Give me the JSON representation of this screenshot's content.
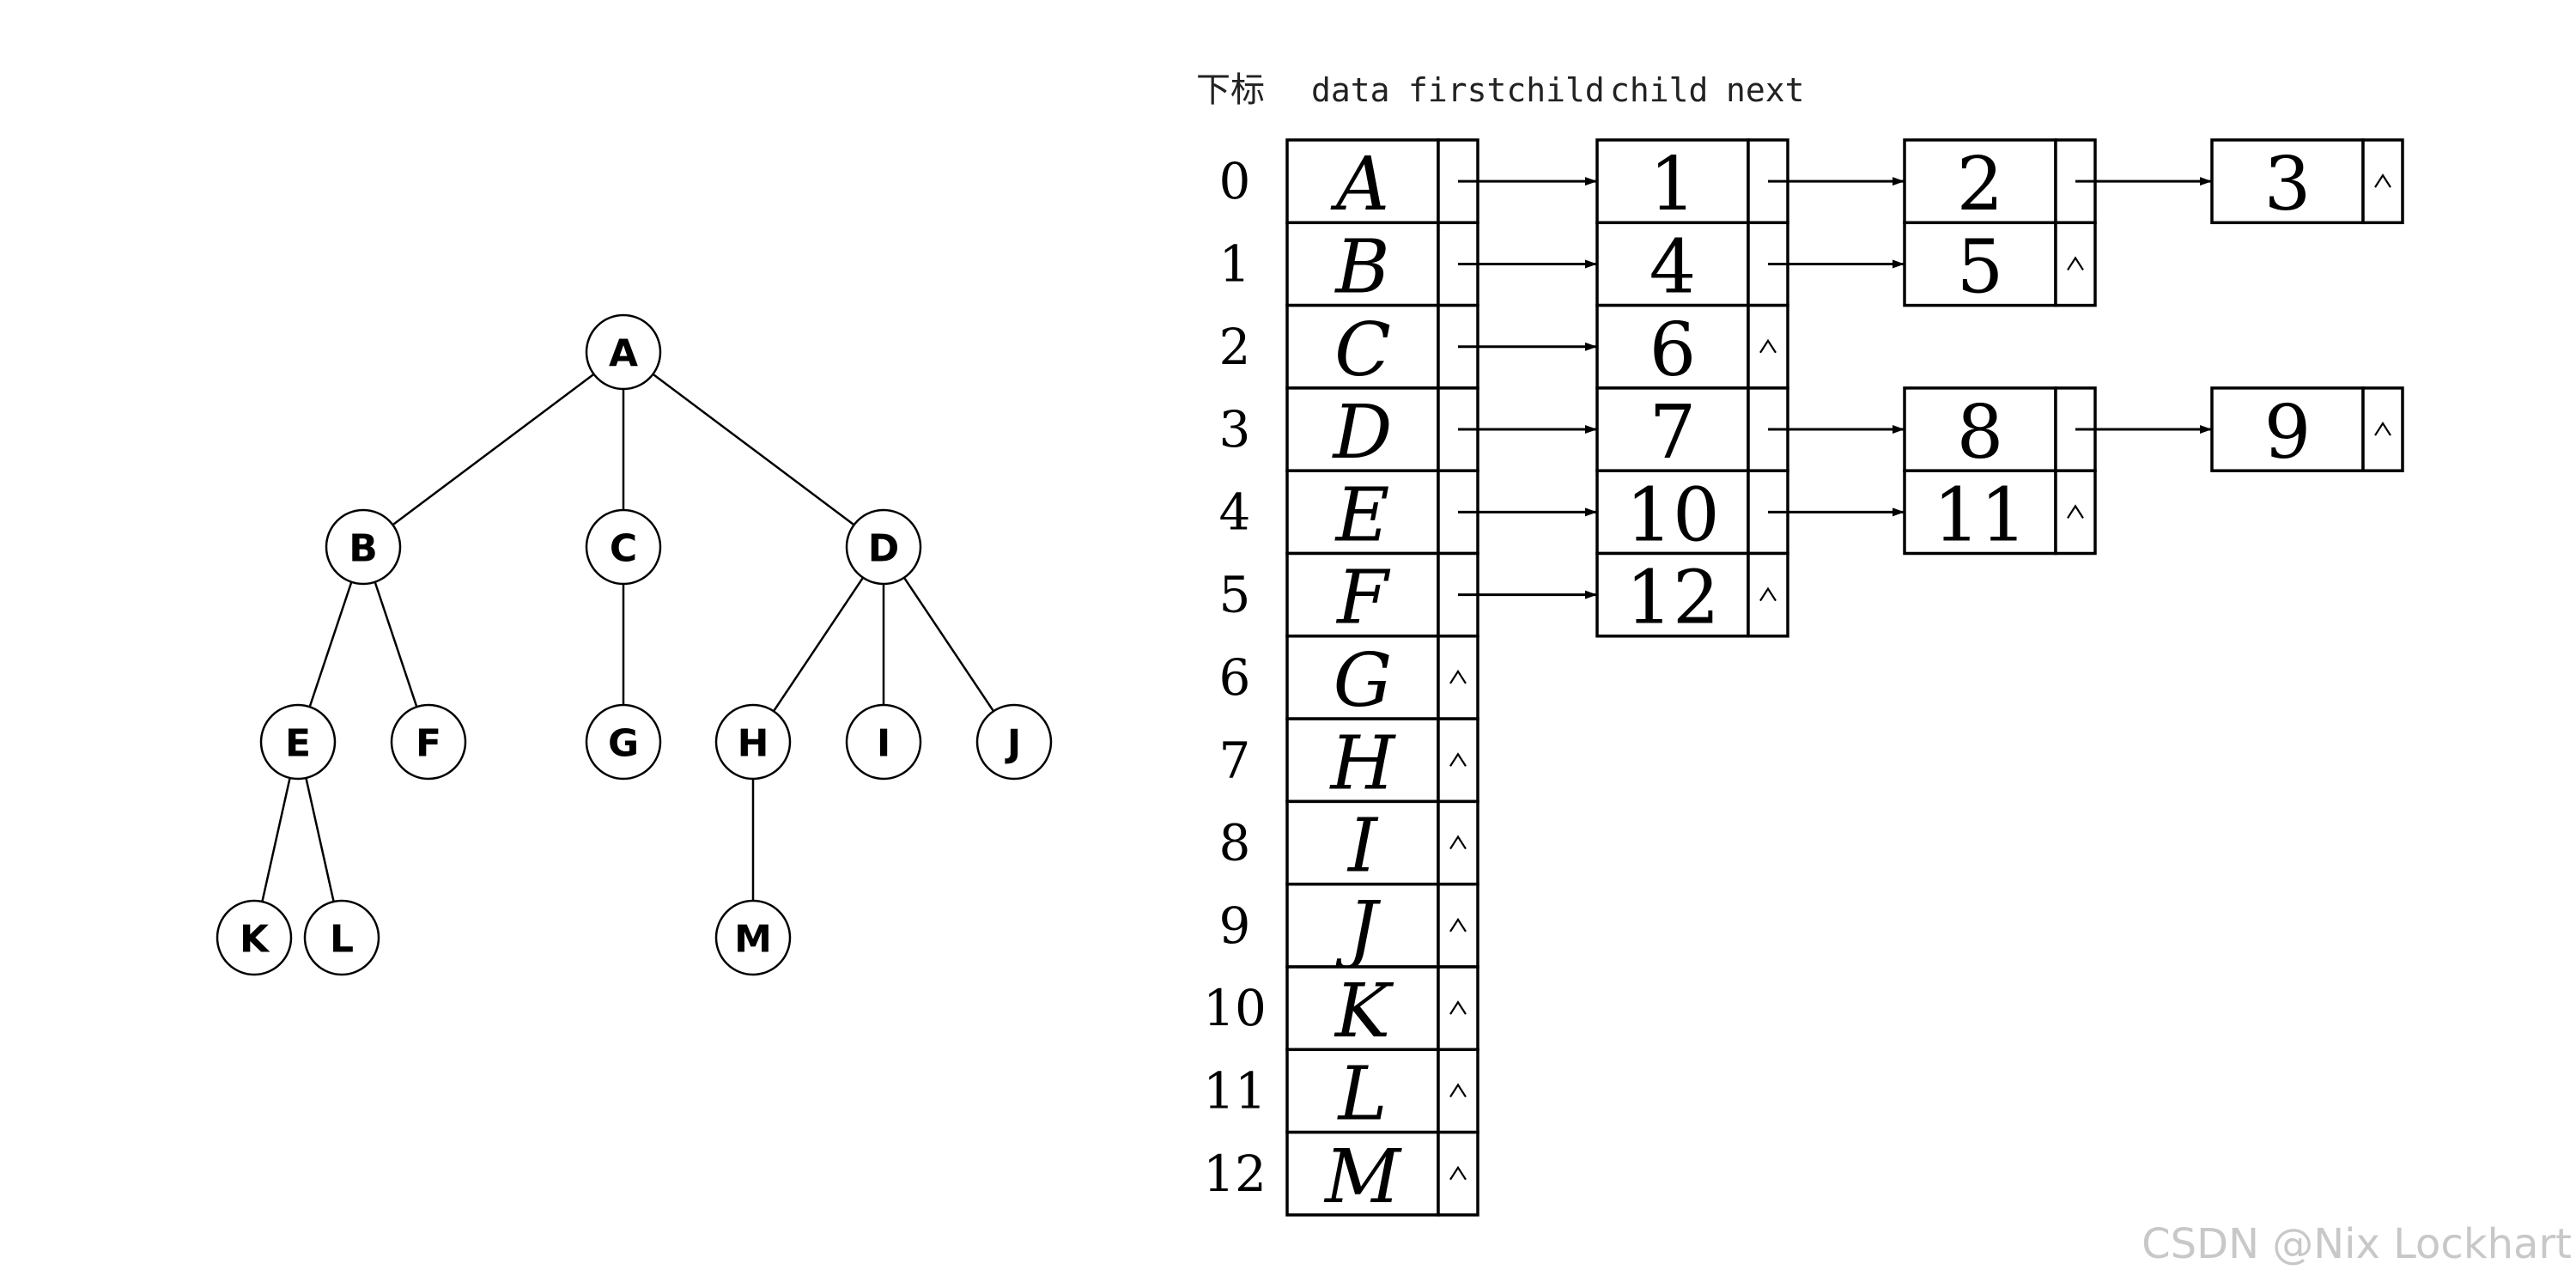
{
  "tree": {
    "nodes": [
      {
        "label": "A",
        "children": [
          "B",
          "C",
          "D"
        ]
      },
      {
        "label": "B",
        "children": [
          "E",
          "F"
        ]
      },
      {
        "label": "C",
        "children": [
          "G"
        ]
      },
      {
        "label": "D",
        "children": [
          "H",
          "I",
          "J"
        ]
      },
      {
        "label": "E",
        "children": [
          "K",
          "L"
        ]
      },
      {
        "label": "F",
        "children": []
      },
      {
        "label": "G",
        "children": []
      },
      {
        "label": "H",
        "children": [
          "M"
        ]
      },
      {
        "label": "I",
        "children": []
      },
      {
        "label": "J",
        "children": []
      },
      {
        "label": "K",
        "children": []
      },
      {
        "label": "L",
        "children": []
      },
      {
        "label": "M",
        "children": []
      }
    ]
  },
  "table": {
    "header": {
      "index": "下标",
      "data": "data",
      "firstchild": "firstchild",
      "child": "child",
      "next": "next"
    },
    "rows": [
      {
        "index": "0",
        "data": "A",
        "children": [
          "1",
          "2",
          "3"
        ]
      },
      {
        "index": "1",
        "data": "B",
        "children": [
          "4",
          "5"
        ]
      },
      {
        "index": "2",
        "data": "C",
        "children": [
          "6"
        ]
      },
      {
        "index": "3",
        "data": "D",
        "children": [
          "7",
          "8",
          "9"
        ]
      },
      {
        "index": "4",
        "data": "E",
        "children": [
          "10",
          "11"
        ]
      },
      {
        "index": "5",
        "data": "F",
        "children": [
          "12"
        ]
      },
      {
        "index": "6",
        "data": "G",
        "children": []
      },
      {
        "index": "7",
        "data": "H",
        "children": []
      },
      {
        "index": "8",
        "data": "I",
        "children": []
      },
      {
        "index": "9",
        "data": "J",
        "children": []
      },
      {
        "index": "10",
        "data": "K",
        "children": []
      },
      {
        "index": "11",
        "data": "L",
        "children": []
      },
      {
        "index": "12",
        "data": "M",
        "children": []
      }
    ],
    "null_symbol": "^"
  },
  "watermark": "CSDN @Nix Lockhart"
}
